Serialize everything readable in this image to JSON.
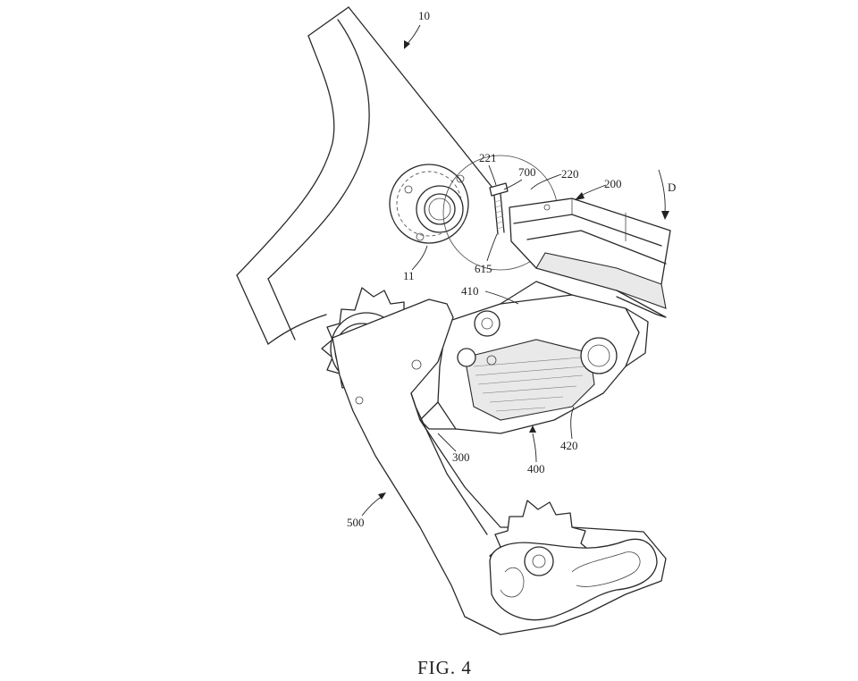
{
  "figure": {
    "caption": "FIG. 4"
  },
  "reference_labels": {
    "frame": "10",
    "axle": "11",
    "bolt_head": "221",
    "fastener": "700",
    "bracket_arm": "220",
    "bracket": "200",
    "direction": "D",
    "thread": "615",
    "linkage_upper": "410",
    "knuckle": "300",
    "linkage_lower": "420",
    "linkage_assembly": "400",
    "cage": "500"
  }
}
